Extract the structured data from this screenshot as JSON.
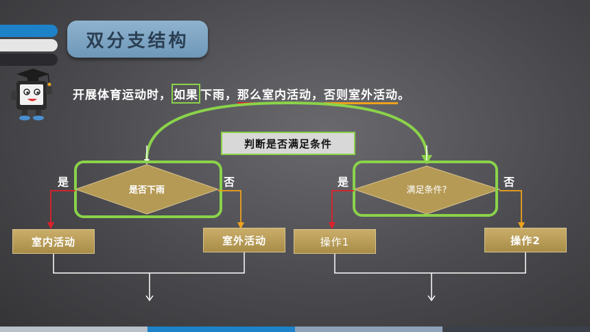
{
  "title": "双分支结构",
  "sentence": {
    "part1": "开展体育运动时，",
    "if_word": "如果",
    "condition": "下雨",
    "comma1": "，",
    "then_part": "那么室内活动",
    "comma2": "，",
    "else_part": "否则室外活动",
    "period": "。"
  },
  "judge_label": "判断是否满足条件",
  "flow_left": {
    "decision": "是否下雨",
    "yes": "是",
    "no": "否",
    "yes_action": "室内活动",
    "no_action": "室外活动"
  },
  "flow_right": {
    "decision": "满足条件?",
    "yes": "是",
    "no": "否",
    "yes_action": "操作1",
    "no_action": "操作2"
  },
  "colors": {
    "highlight_green": "#8bd34a",
    "underline_red": "#e0202a",
    "underline_orange": "#f0a21c",
    "title_bg": "#7fa6c4",
    "diamond_fill": "#b59a55"
  },
  "icons": {
    "mascot": "graduation-cap-robot-mascot"
  }
}
